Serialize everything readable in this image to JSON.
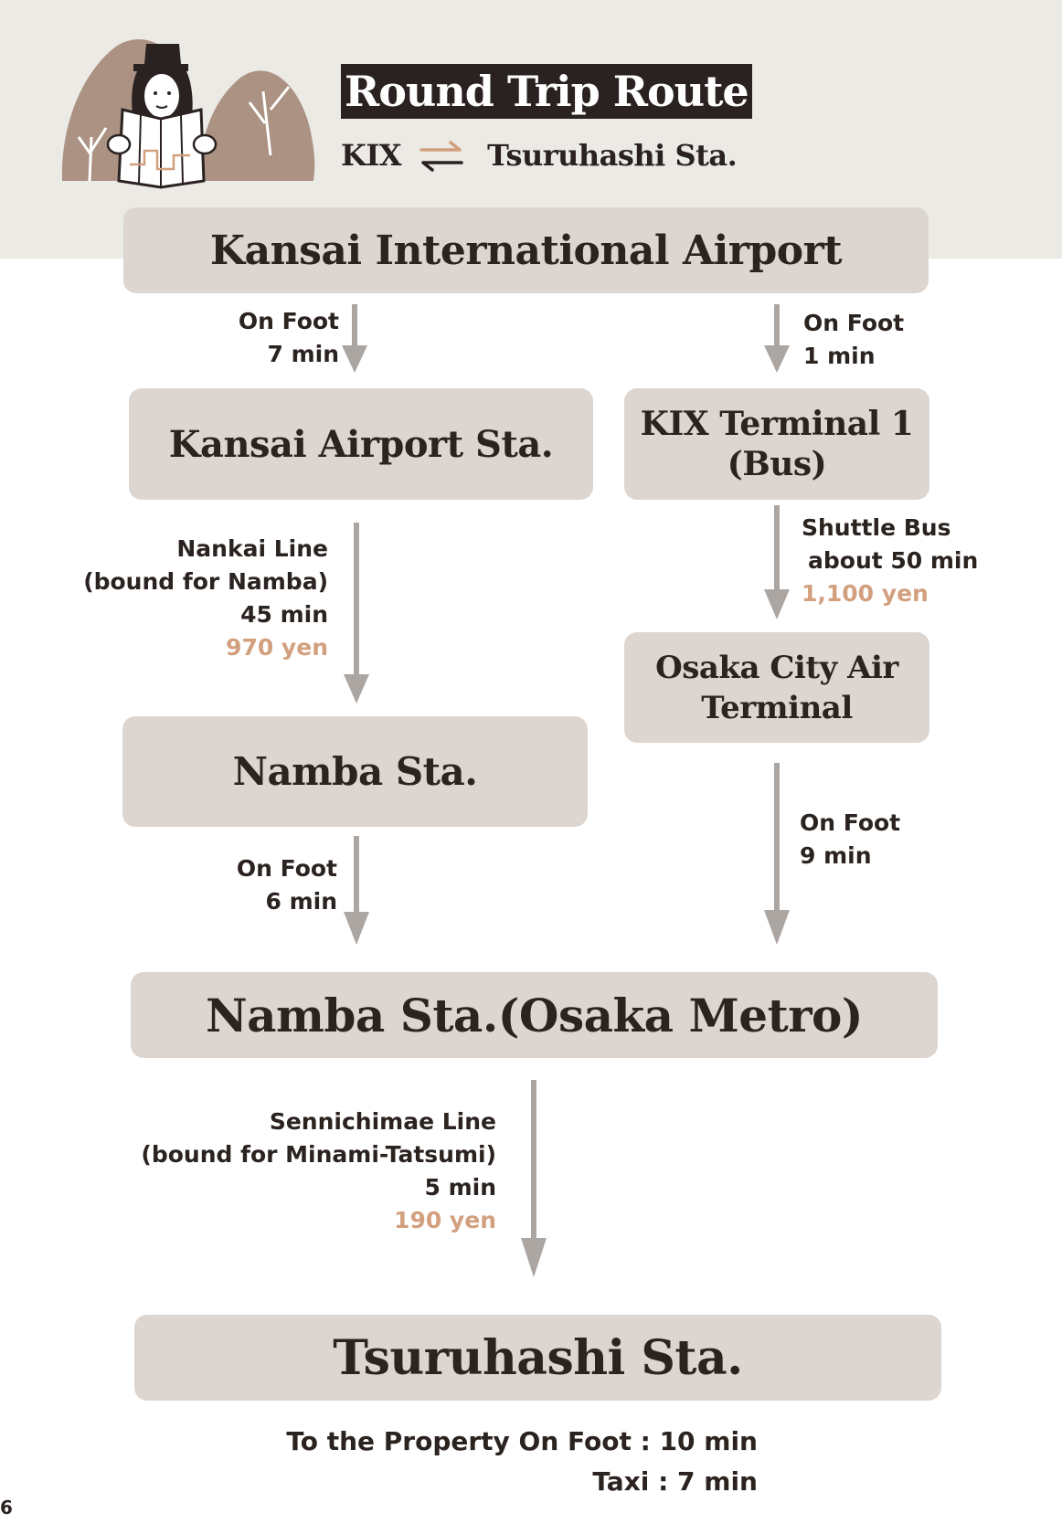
{
  "header": {
    "title": "Round Trip Route",
    "route_from": "KIX",
    "route_to": "Tsuruhashi Sta."
  },
  "nodes": {
    "kansai_airport": "Kansai International Airport",
    "kansai_airport_sta": "Kansai Airport Sta.",
    "kix_terminal_line1": "KIX Terminal 1",
    "kix_terminal_line2": "(Bus)",
    "namba_sta": "Namba Sta.",
    "ocat_line1": "Osaka City Air",
    "ocat_line2": "Terminal",
    "namba_metro": "Namba Sta.(Osaka Metro)",
    "tsuruhashi": "Tsuruhashi Sta."
  },
  "edges": {
    "airport_to_station": {
      "mode": "On Foot",
      "time": "7 min"
    },
    "airport_to_terminal": {
      "mode": "On Foot",
      "time": "1 min"
    },
    "nankai": {
      "line": "Nankai Line",
      "bound": "(bound for Namba)",
      "time": "45 min",
      "price": "970 yen"
    },
    "shuttle": {
      "line": "Shuttle Bus",
      "time": "about 50 min",
      "price": "1,100 yen"
    },
    "namba_to_metro": {
      "mode": "On Foot",
      "time": "6 min"
    },
    "ocat_to_metro": {
      "mode": "On Foot",
      "time": "9 min"
    },
    "sennichimae": {
      "line": "Sennichimae Line",
      "bound": "(bound for Minami-Tatsumi)",
      "time": "5 min",
      "price": "190 yen"
    }
  },
  "footer": {
    "property_line": "To the Property On Foot : 10 min",
    "taxi_line": "Taxi : 7 min",
    "page_number": "6"
  },
  "colors": {
    "header_band": "#eceae5",
    "box_fill": "#ddd5cf",
    "arrow": "#aca6a2",
    "price": "#d2a07e",
    "text": "#2b2320"
  },
  "icons": [
    "traveler-with-map-illustration",
    "swap-arrows-icon",
    "down-arrow-icon"
  ]
}
